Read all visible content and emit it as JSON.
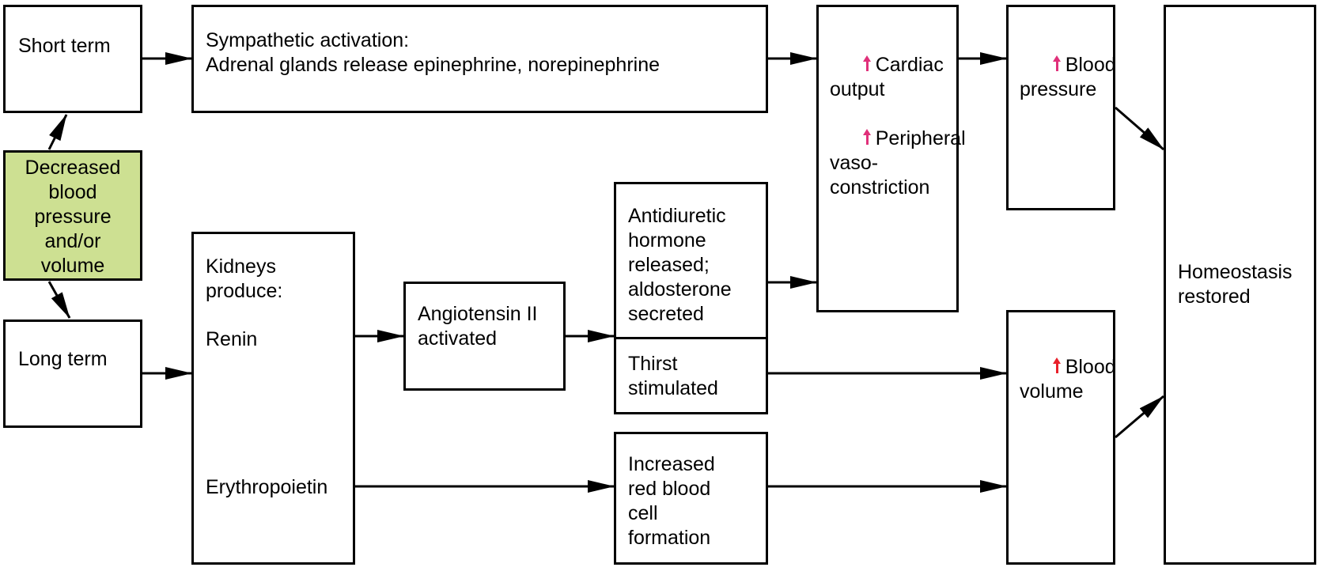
{
  "diagram": {
    "colors": {
      "start_fill": "#cde092",
      "up_arrow": "#e0307a",
      "line": "#000000"
    },
    "start": {
      "label": "Decreased\nblood\npressure\nand/or\nvolume"
    },
    "short_term": {
      "label": "Short term"
    },
    "long_term": {
      "label": "Long term"
    },
    "sympathetic": {
      "label": "Sympathetic activation:\nAdrenal glands release epinephrine, norepinephrine"
    },
    "cardiac": {
      "line1": "Cardiac\noutput",
      "line2": "Peripheral\nvaso-\nconstriction",
      "icon": "up-arrow-icon"
    },
    "bp_up": {
      "label": "Blood\npressure",
      "icon": "up-arrow-icon"
    },
    "kidneys": {
      "heading": "Kidneys\nproduce:",
      "renin": "Renin",
      "epo": "Erythropoietin"
    },
    "angiotensin": {
      "label": "Angiotensin II\nactivated"
    },
    "adh": {
      "label": "Antidiuretic\nhormone\nreleased;\naldosterone\nsecreted",
      "thirst": "Thirst\nstimulated"
    },
    "rbc": {
      "label": "Increased\nred blood\ncell\nformation"
    },
    "bv_up": {
      "label": "Blood\nvolume",
      "icon": "up-arrow-icon"
    },
    "homeostasis": {
      "label": "Homeostasis\nrestored"
    }
  }
}
